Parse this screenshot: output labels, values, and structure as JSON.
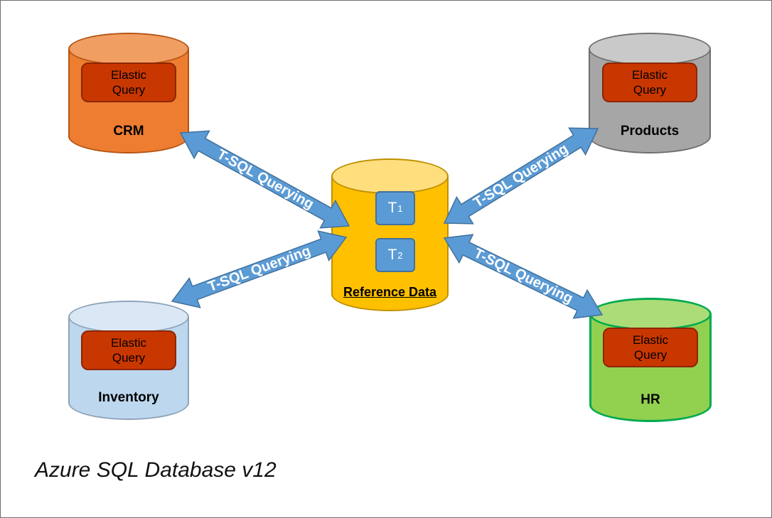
{
  "title": "Azure SQL Database v12",
  "center": {
    "label": "Reference Data",
    "tables": [
      {
        "label": "T",
        "subscript": "1"
      },
      {
        "label": "T",
        "subscript": "2"
      }
    ]
  },
  "databases": [
    {
      "id": "crm",
      "name": "CRM",
      "badge": "Elastic Query"
    },
    {
      "id": "products",
      "name": "Products",
      "badge": "Elastic Query"
    },
    {
      "id": "inventory",
      "name": "Inventory",
      "badge": "Elastic Query"
    },
    {
      "id": "hr",
      "name": "HR",
      "badge": "Elastic Query"
    }
  ],
  "connections": [
    {
      "from": "CRM",
      "to": "Reference Data",
      "label": "T-SQL Querying"
    },
    {
      "from": "Products",
      "to": "Reference Data",
      "label": "T-SQL Querying"
    },
    {
      "from": "Inventory",
      "to": "Reference Data",
      "label": "T-SQL Querying"
    },
    {
      "from": "HR",
      "to": "Reference Data",
      "label": "T-SQL Querying"
    }
  ],
  "colors": {
    "center_fill": "#FFC000",
    "crm_fill": "#ED7D31",
    "products_fill": "#A6A6A6",
    "inventory_fill": "#BDD7EE",
    "hr_fill": "#92D050",
    "hr_border": "#00B050",
    "badge_fill": "#C93701",
    "arrow_fill": "#5B9BD5",
    "arrow_border": "#41719C",
    "table_fill": "#5B9BD5"
  }
}
